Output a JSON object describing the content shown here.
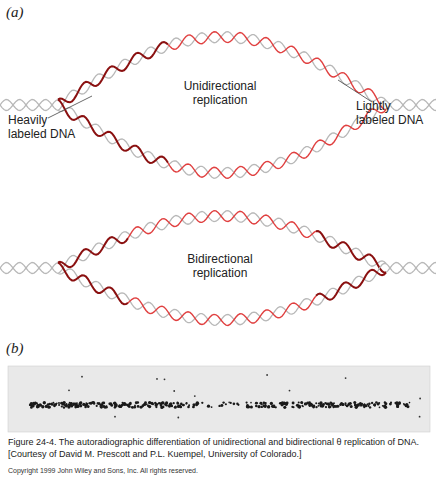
{
  "diagram": {
    "caption": "Figure 24-4. The autoradiographic differentiation of unidirectional and bidirectional θ replication of DNA. [Courtesy of David M. Prescott and P.L. Kuempel, University of Colorado.]",
    "labels": [
      "(a)",
      "Unidirectional replication",
      "Heavily labeled DNA",
      "Lightly labeled DNA",
      "Bidirectional replication",
      "(b)",
      "Copyright 1999 John Wiley and Sons, Inc. All rights reserved."
    ]
  }
}
